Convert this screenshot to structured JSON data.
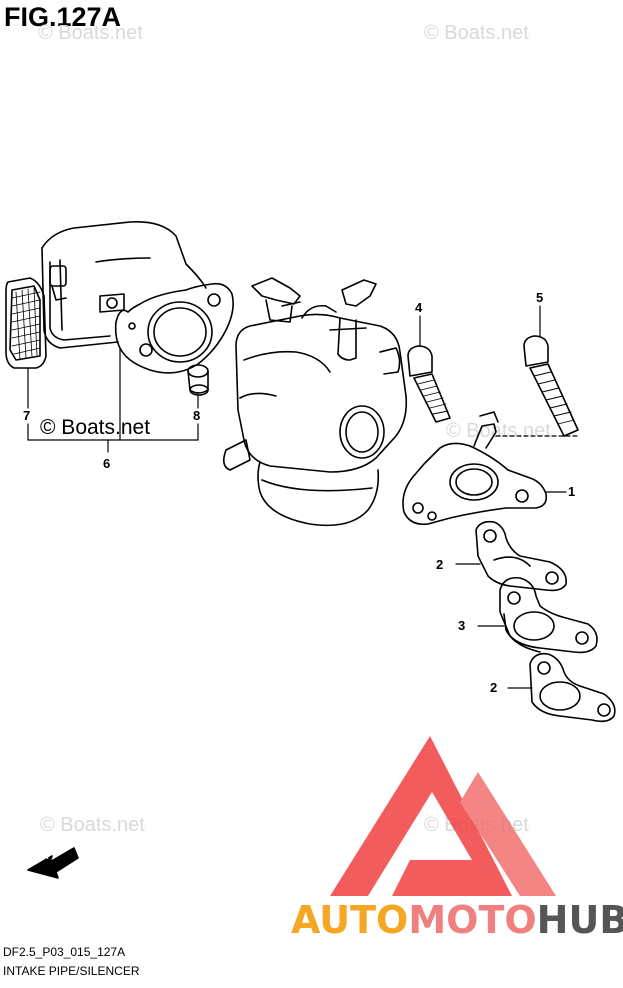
{
  "figure": {
    "title": "FIG.127A"
  },
  "watermarks": [
    "© Boats.net",
    "© Boats.net",
    "© Boats.net",
    "© Boats.net",
    "© Boats.net"
  ],
  "center_watermark": "© Boats.net",
  "callouts": {
    "p1": "1",
    "p2a": "2",
    "p2b": "2",
    "p3": "3",
    "p4": "4",
    "p5": "5",
    "p6": "6",
    "p7": "7",
    "p8": "8"
  },
  "fwd_label": "FWD",
  "footer": {
    "code": "DF2.5_P03_015_127A",
    "name": "INTAKE PIPE/SILENCER"
  },
  "logo": {
    "part1": "AUTO",
    "part2": "MOTO",
    "part3": "HUB",
    "color_auto": "#f5a623",
    "color_moto": "#f08080",
    "color_hub": "#555555",
    "mark_color": "#f04040"
  }
}
